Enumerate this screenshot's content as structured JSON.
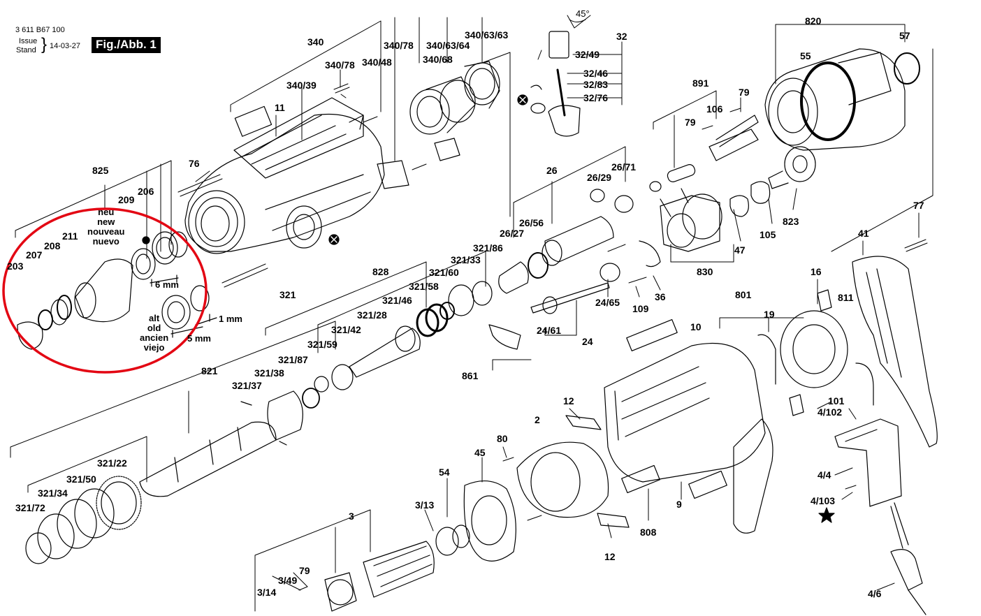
{
  "header": {
    "doc_number": "3 611 B67 100",
    "issue_label": "Issue",
    "stand_label": "Stand",
    "date": "14-03-27",
    "figure": "Fig./Abb. 1"
  },
  "angle_note": "45°",
  "new_version": {
    "line1": "neu",
    "line2": "new",
    "line3": "nouveau",
    "line4": "nuevo"
  },
  "old_version": {
    "line1": "alt",
    "line2": "old",
    "line3": "ancien",
    "line4": "viejo"
  },
  "dimensions": {
    "new_gap": "6 mm",
    "old_gap_a": "1 mm",
    "old_gap_b": "5 mm"
  },
  "highlight_color": "#e30613",
  "part_numbers": [
    "340",
    "340/78",
    "340/63/64",
    "340/63/63",
    "340/48",
    "340/68",
    "340/78",
    "340/39",
    "11",
    "32",
    "32/49",
    "32/46",
    "32/83",
    "32/76",
    "820",
    "57",
    "55",
    "825",
    "209",
    "206",
    "76",
    "211",
    "208",
    "207",
    "203",
    "26",
    "26/29",
    "26/71",
    "891",
    "79",
    "106",
    "79",
    "828",
    "321",
    "321/86",
    "321/33",
    "321/60",
    "321/58",
    "321/46",
    "321/28",
    "321/42",
    "321/59",
    "26/56",
    "26/27",
    "24/65",
    "109",
    "36",
    "24/61",
    "24",
    "861",
    "47",
    "105",
    "823",
    "830",
    "77",
    "41",
    "16",
    "811",
    "801",
    "19",
    "10",
    "101",
    "4/102",
    "821",
    "321/87",
    "321/38",
    "321/37",
    "12",
    "2",
    "80",
    "45",
    "54",
    "3/13",
    "3",
    "321/22",
    "321/50",
    "321/34",
    "321/72",
    "808",
    "9",
    "12",
    "4/4",
    "4/103",
    "4/6",
    "79",
    "3/49",
    "3/14"
  ]
}
